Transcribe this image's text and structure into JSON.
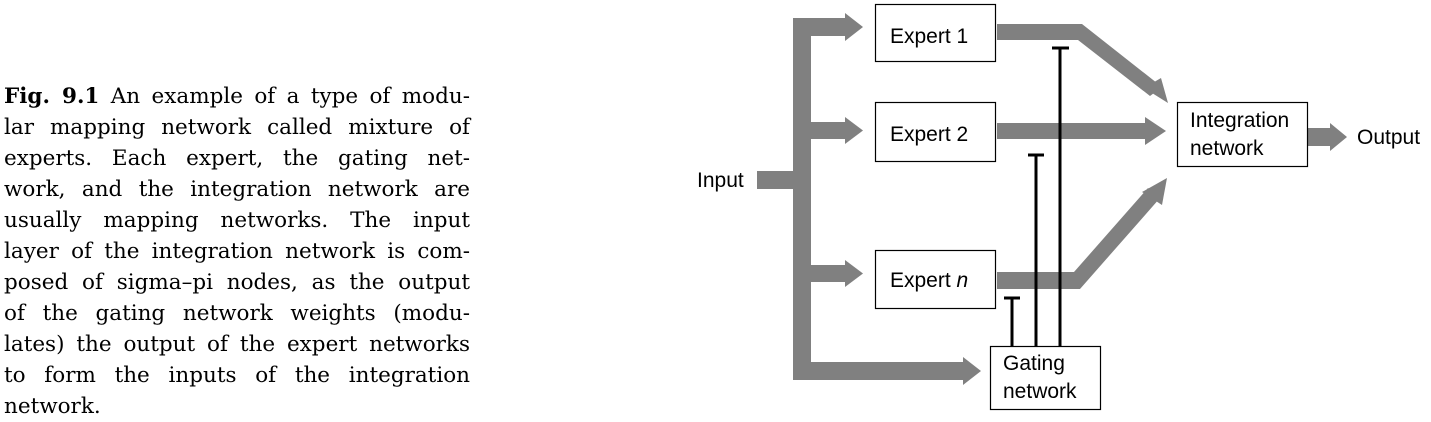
{
  "caption": {
    "label": "Fig. 9.1",
    "lines": [
      "An example of a type of modu-",
      "lar mapping network called mixture of",
      "experts.  Each expert, the gating net-",
      "work, and the integration network are",
      "usually mapping networks.  The input",
      "layer of the integration network is com-",
      "posed of sigma–pi nodes, as the output",
      "of the gating network weights (modu-",
      "lates) the output of the expert networks",
      "to form the inputs of the integration",
      "network."
    ]
  },
  "diagram": {
    "input_label": "Input",
    "output_label": "Output",
    "experts": [
      {
        "prefix": "Expert",
        "suffix": "1"
      },
      {
        "prefix": "Expert",
        "suffix": "2"
      },
      {
        "prefix": "Expert",
        "suffix": "n"
      }
    ],
    "integration": [
      "Integration",
      "network"
    ],
    "gating": [
      "Gating",
      "network"
    ],
    "colors": {
      "arrow": "#808080",
      "box_border": "#000000",
      "line": "#000000"
    }
  }
}
